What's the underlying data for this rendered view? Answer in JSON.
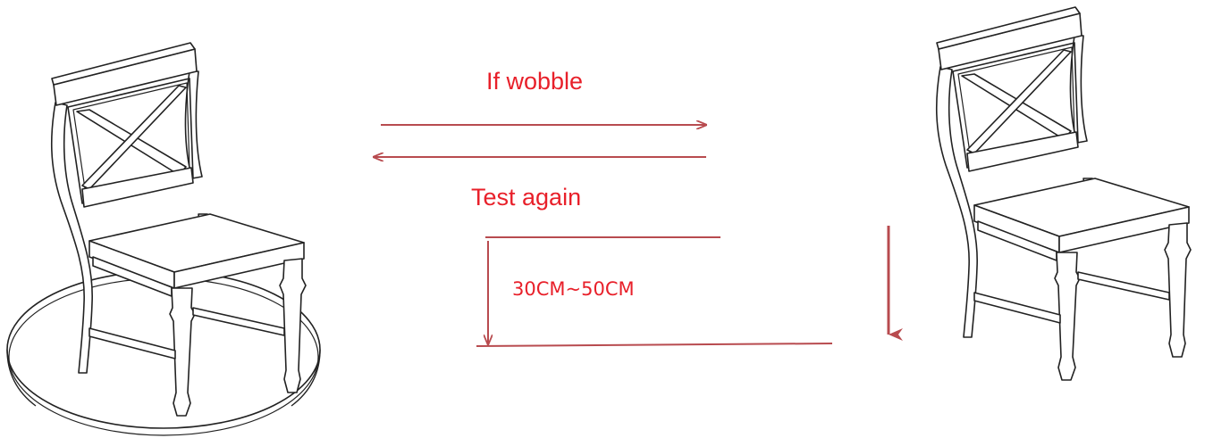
{
  "labels": {
    "wobble": "If wobble",
    "test_again": "Test again",
    "drop_height": "30CM~50CM"
  },
  "colors": {
    "text": "#e8202a",
    "arrow": "#b84b4f",
    "line": "#222222",
    "background": "#ffffff"
  },
  "illustrations": {
    "left": "chair-on-round-platform",
    "right": "chair-being-dropped"
  },
  "icons": [
    "arrow-right-icon",
    "arrow-left-icon",
    "arrow-down-icon"
  ]
}
